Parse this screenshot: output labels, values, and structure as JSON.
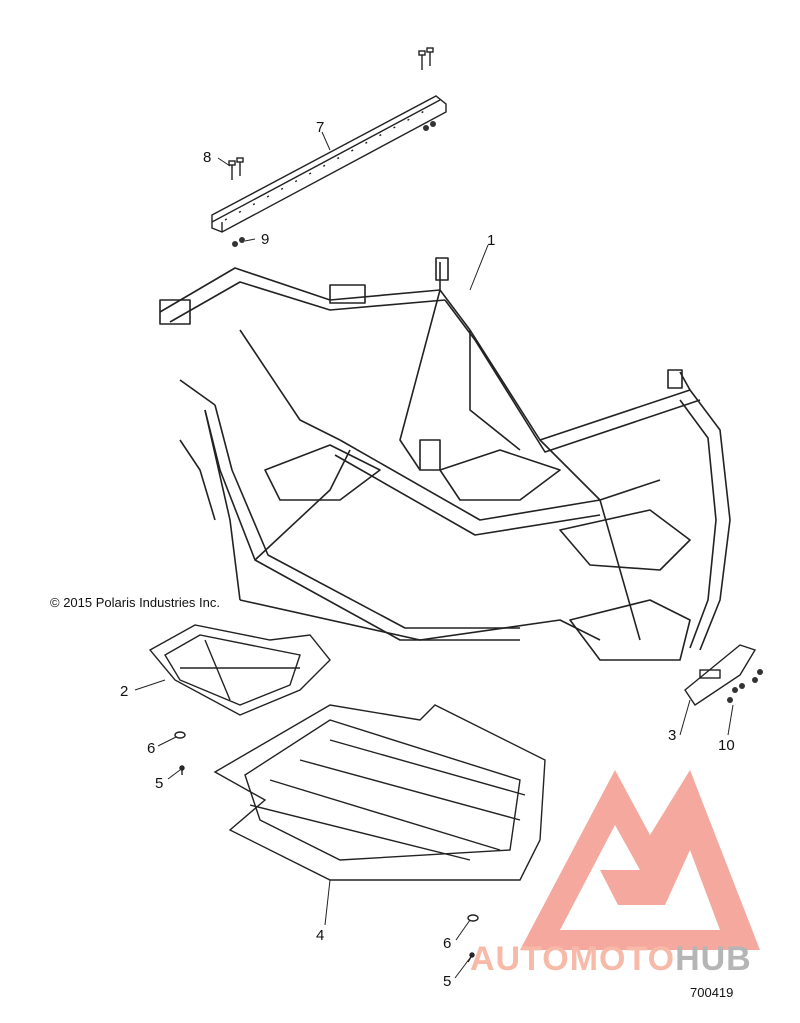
{
  "copyright": "© 2015 Polaris Industries Inc.",
  "diagram_id": "700419",
  "callouts": {
    "c1": "1",
    "c2": "2",
    "c3": "3",
    "c4": "4",
    "c5a": "5",
    "c5b": "5",
    "c6a": "6",
    "c6b": "6",
    "c7": "7",
    "c8": "8",
    "c9": "9",
    "c10": "10"
  },
  "watermark": {
    "part1": "AUTOMOTO",
    "part2": "HUB",
    "logo_color": "#f07c6c"
  }
}
